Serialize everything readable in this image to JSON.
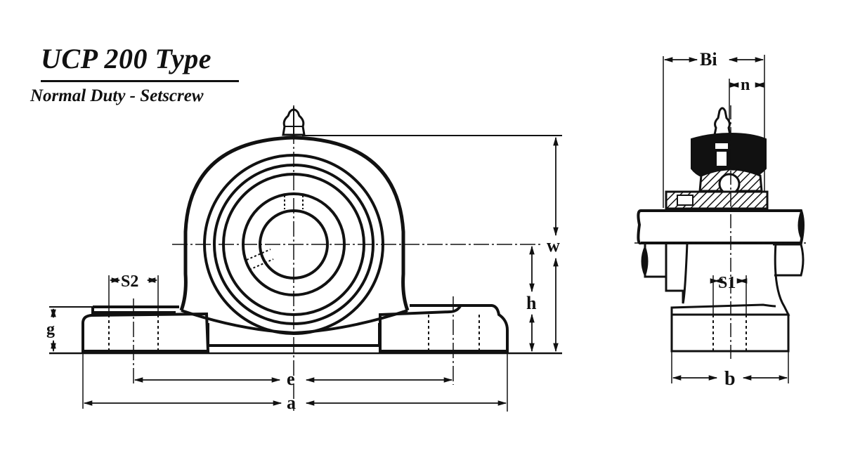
{
  "title": "UCP 200 Type",
  "subtitle": "Normal Duty - Setscrew",
  "front_view": {
    "dimensions": {
      "S2": "S2",
      "g": "g",
      "h": "h",
      "w": "w",
      "e": "e",
      "a": "a"
    }
  },
  "side_view": {
    "dimensions": {
      "Bi": "Bi",
      "n": "n",
      "S1": "S1",
      "b": "b"
    }
  },
  "colors": {
    "line": "#111111",
    "background": "#ffffff"
  }
}
